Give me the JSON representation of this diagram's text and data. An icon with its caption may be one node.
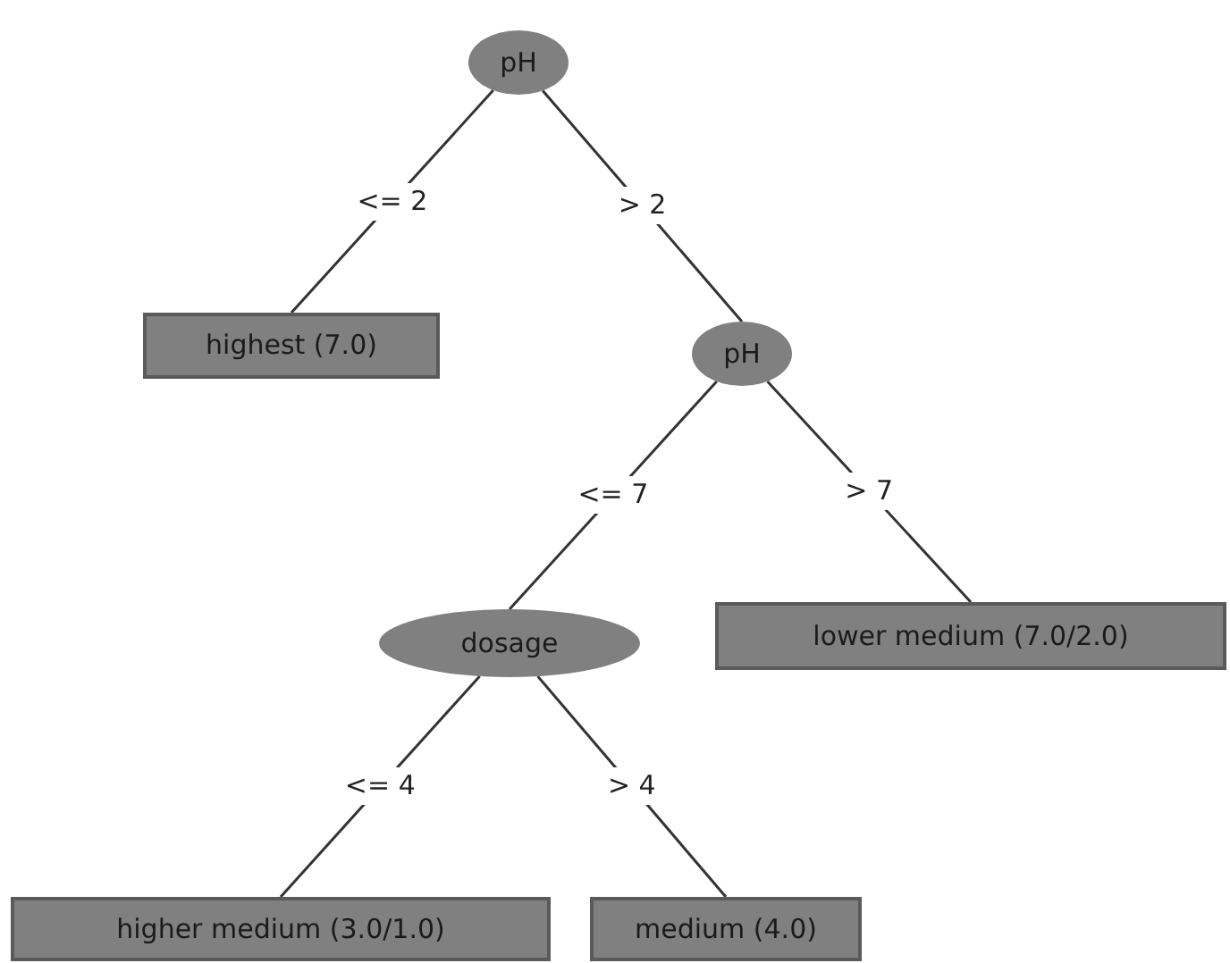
{
  "diagram": {
    "nodes": [
      {
        "text": [
          "pH"
        ]
      },
      {
        "text": [
          "highest (7.0)"
        ]
      },
      {
        "text": [
          "pH"
        ]
      },
      {
        "text": [
          "dosage"
        ]
      },
      {
        "text": [
          "lower medium (7.0/2.0)"
        ]
      },
      {
        "text": [
          "higher medium (3.0/1.0)"
        ]
      },
      {
        "text": [
          "medium (4.0)"
        ]
      }
    ],
    "edges": [
      {
        "from": 0,
        "to": 1,
        "arrow": "none",
        "label": "<= 2"
      },
      {
        "from": 0,
        "to": 2,
        "arrow": "none",
        "label": "> 2"
      },
      {
        "from": 2,
        "to": 3,
        "arrow": "none",
        "label": "<= 7"
      },
      {
        "from": 2,
        "to": 4,
        "arrow": "none",
        "label": "> 7"
      },
      {
        "from": 3,
        "to": 5,
        "arrow": "none",
        "label": "<= 4"
      },
      {
        "from": 3,
        "to": 6,
        "arrow": "none",
        "label": "> 4"
      }
    ]
  }
}
